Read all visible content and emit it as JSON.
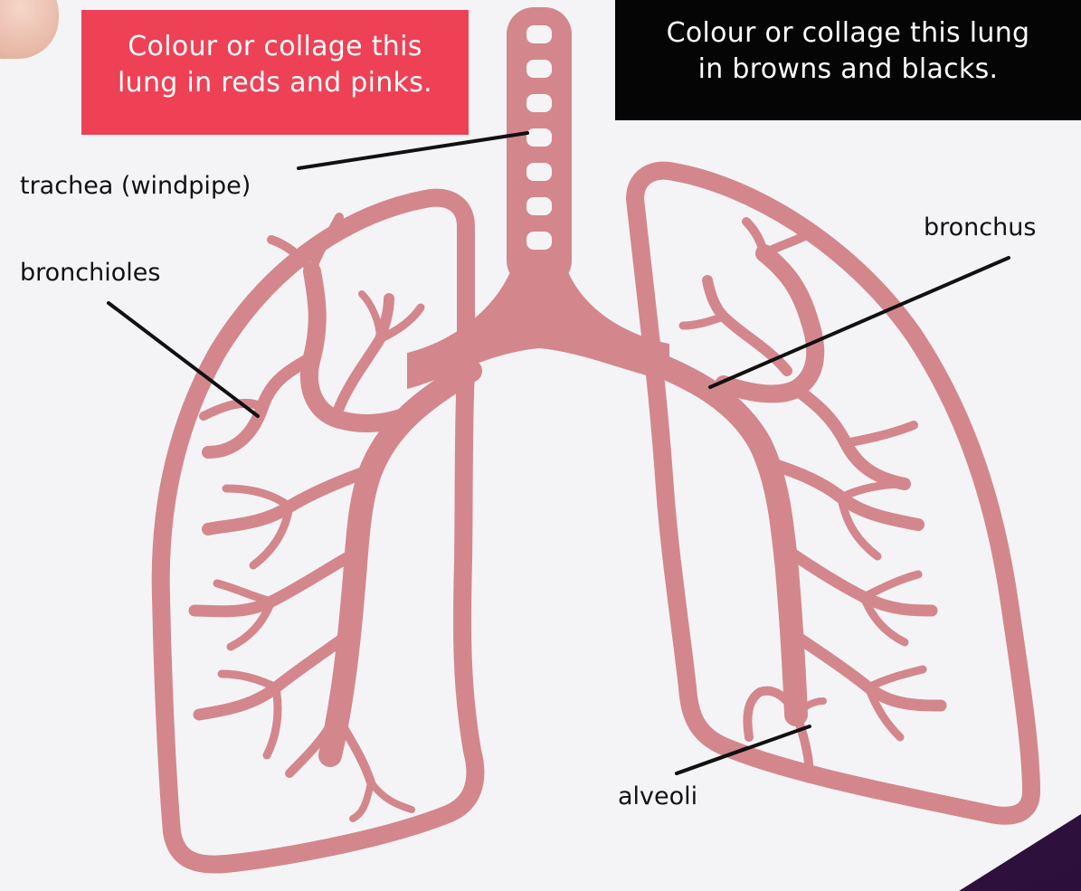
{
  "callouts": {
    "left": {
      "line1": "Colour or collage this",
      "line2": "lung in reds and pinks.",
      "color": "#ee4155"
    },
    "right": {
      "line1": "Colour or collage this lung",
      "line2": "in browns and blacks.",
      "color": "#050505"
    }
  },
  "labels": {
    "trachea": "trachea (windpipe)",
    "bronchioles": "bronchioles",
    "bronchus": "bronchus",
    "alveoli": "alveoli"
  },
  "colors": {
    "lung": "#d3878c",
    "paper": "#f4f4f7",
    "background": "#4a1f5e"
  }
}
